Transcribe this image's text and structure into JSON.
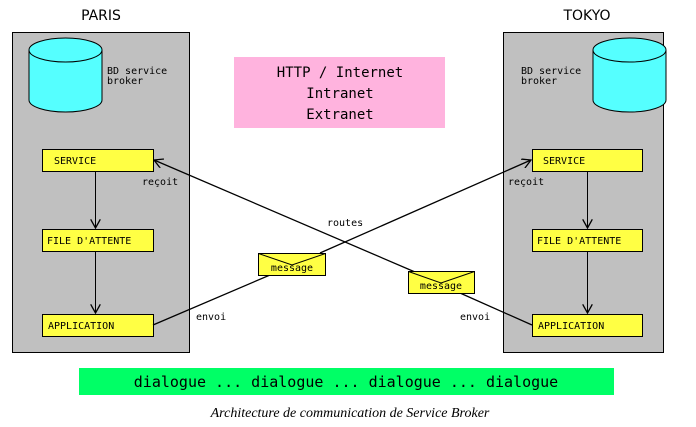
{
  "sites": {
    "paris": {
      "title": "PARIS",
      "db_label_1": "BD service",
      "db_label_2": "broker",
      "service": "SERVICE",
      "queue": "FILE D'ATTENTE",
      "application": "APPLICATION",
      "receives": "reçoit",
      "sends": "envoi"
    },
    "tokyo": {
      "title": "TOKYO",
      "db_label_1": "BD service",
      "db_label_2": "broker",
      "service": "SERVICE",
      "queue": "FILE D'ATTENTE",
      "application": "APPLICATION",
      "receives": "reçoit",
      "sends": "envoi"
    }
  },
  "network": {
    "line1": "HTTP / Internet",
    "line2": "Intranet",
    "line3": "Extranet"
  },
  "routes_label": "routes",
  "messages": [
    "message",
    "message"
  ],
  "dialogue_bar": "dialogue ... dialogue ... dialogue ... dialogue",
  "caption": "Architecture de communication de Service Broker",
  "colors": {
    "panel": "#c0c0c0",
    "db": "#55ffff",
    "box": "#ffff44",
    "network": "#ffb3de",
    "dialogue": "#00ff66"
  }
}
